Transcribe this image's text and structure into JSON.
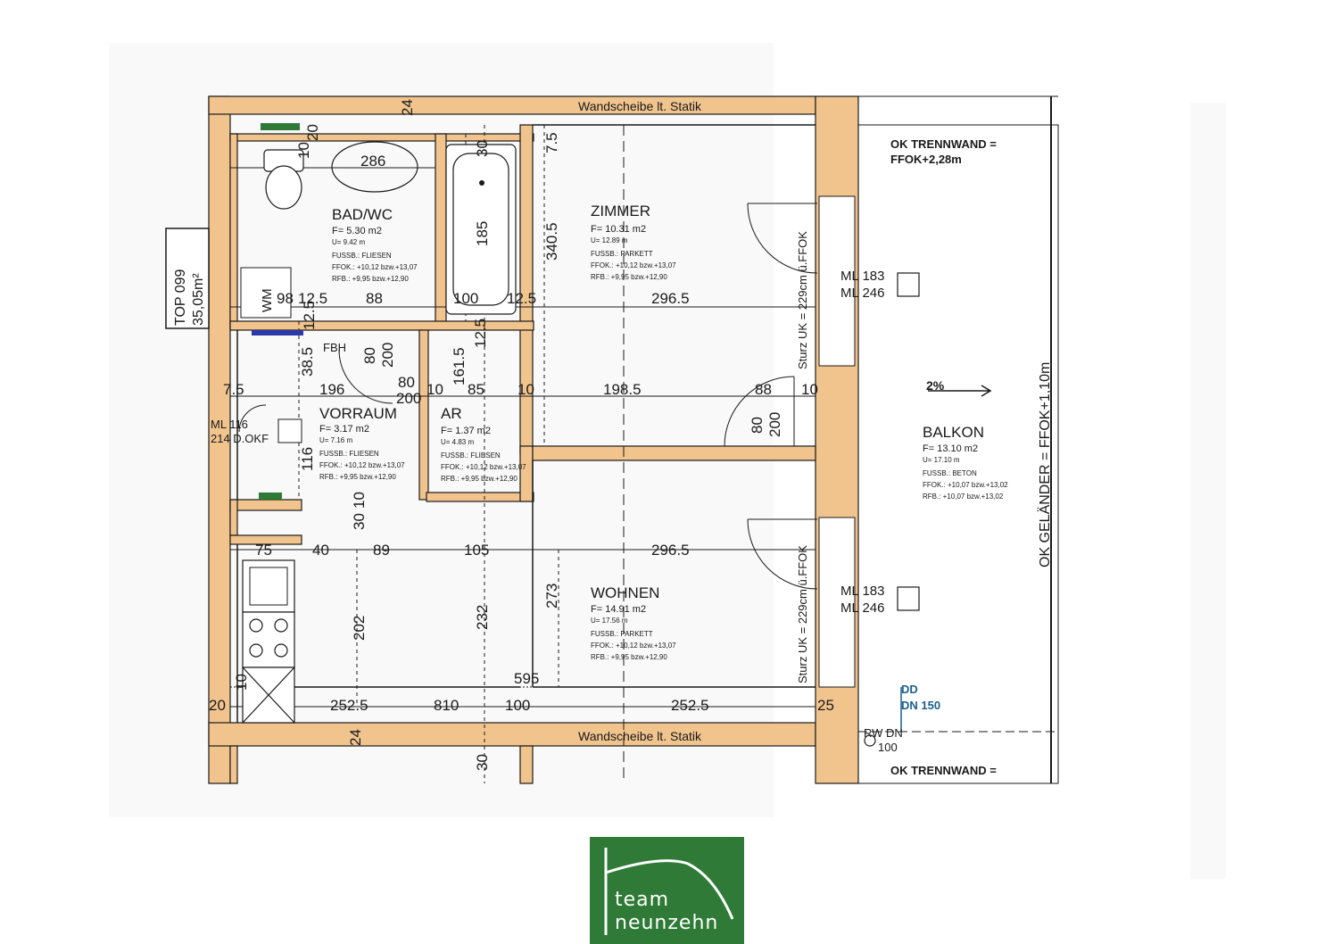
{
  "plan": {
    "top_label": "TOP 099",
    "area_label": "35,05m²",
    "wall_note_top": "Wandscheibe lt. Statik",
    "wall_note_bottom": "Wandscheibe lt. Statik",
    "rooms": {
      "bad": {
        "name": "BAD/WC",
        "f": "F=   5.30 m2",
        "u": "U=       9.42 m",
        "fussb": "FUSSB.: FLIESEN",
        "ffok": "FFOK.:   +10,12 bzw.+13,07",
        "rfb": "RFB.:     +9,95 bzw.+12,90"
      },
      "zimmer": {
        "name": "ZIMMER",
        "f": "F=  10.31 m2",
        "u": "U=       12.89 m",
        "fussb": "FUSSB.: PARKETT",
        "ffok": "FFOK.:   +10,12 bzw.+13,07",
        "rfb": "RFB.:     +9,95 bzw.+12,90"
      },
      "vorraum": {
        "name": "VORRAUM",
        "f": "F=   3.17 m2",
        "u": "U=       7.16 m",
        "fussb": "FUSSB.: FLIESEN",
        "ffok": "FFOK.:   +10,12 bzw.+13,07",
        "rfb": "RFB.:     +9,95 bzw.+12,90"
      },
      "ar": {
        "name": "AR",
        "f": "F=   1.37 m2",
        "u": "U=      4.83 m",
        "fussb": "FUSSB.: FLIESEN",
        "ffok": "FFOK.:  +10,12 bzw.+13,07",
        "rfb": "RFB.:    +9,95 bzw.+12,90"
      },
      "wohnen": {
        "name": "WOHNEN",
        "f": "F=  14.91 m2",
        "u": "U=       17.56 m",
        "fussb": "FUSSB.: PARKETT",
        "ffok": "FFOK.:   +10,12 bzw.+13,07",
        "rfb": "RFB.:     +9,95 bzw.+12,90"
      },
      "balkon": {
        "name": "BALKON",
        "f": "F=  13.10 m2",
        "u": "U=       17.10 m",
        "fussb": "FUSSB.: BETON",
        "ffok": "FFOK.:   +10,07 bzw.+13,02",
        "rfb": "RFB.:     +10,07 bzw.+13,02"
      }
    },
    "dims": {
      "d24a": "24",
      "d30a": "30",
      "d75": "7.5",
      "d10": "10",
      "d20": "20",
      "d286": "286",
      "d185": "185",
      "d3405": "340.5",
      "d98": "98",
      "d125a": "12.5",
      "d88a": "88",
      "d100a": "100",
      "d125b": "12.5",
      "d2965a": "296.5",
      "d125c": "12.5",
      "d125d": "12.5",
      "d385": "38.5",
      "d80a": "80",
      "d200a": "200",
      "d1615": "161.5",
      "d75b": "7.5",
      "d196": "196",
      "d80b": "80",
      "d200b": "200",
      "d10b": "10",
      "d85": "85",
      "d10c": "10",
      "d1985": "198.5",
      "d88b": "88",
      "d10d": "10",
      "d80c": "80",
      "d200c": "200",
      "d116": "116",
      "d30b": "30",
      "d10e": "10",
      "d75c": "75",
      "d40": "40",
      "d89": "89",
      "d105": "105",
      "d2965b": "296.5",
      "d273": "273",
      "d202": "202",
      "d232": "232",
      "d595": "595",
      "d20b": "20",
      "d2525a": "252.5",
      "d810": "810",
      "d100b": "100",
      "d2525b": "252.5",
      "d25": "25",
      "d24b": "24",
      "d30c": "30",
      "d10f": "10"
    },
    "labels": {
      "wm": "WM",
      "fbh": "FBH",
      "ml116": "ML 116",
      "okf": "214 D.OKF",
      "ml183a": "ML 183",
      "ml246a": "ML 246",
      "ml183b": "ML 183",
      "ml246b": "ML 246",
      "sturz1": "Sturz UK = 229cm ü.FFOK",
      "sturz2": "Sturz UK = 229cm ü.FFOK",
      "ok_trennwand_1": "OK TRENNWAND =",
      "ok_trennwand_2": "FFOK+2,28m",
      "ok_trennwand_3": "OK TRENNWAND =",
      "gefaelle": "2%",
      "gelaender": "OK GELÄNDER = FFOK+1,10m",
      "dd": "DD",
      "dn150": "DN 150",
      "rw": "RW DN",
      "rw100": "100"
    }
  },
  "logo": {
    "line1": "team",
    "line2": "neunzehn"
  },
  "colors": {
    "wall_fill": "#f1c48e",
    "plan_line": "#1a1a1a",
    "logo_green": "#2e7a36",
    "dd_blue": "#1b5f8f"
  }
}
